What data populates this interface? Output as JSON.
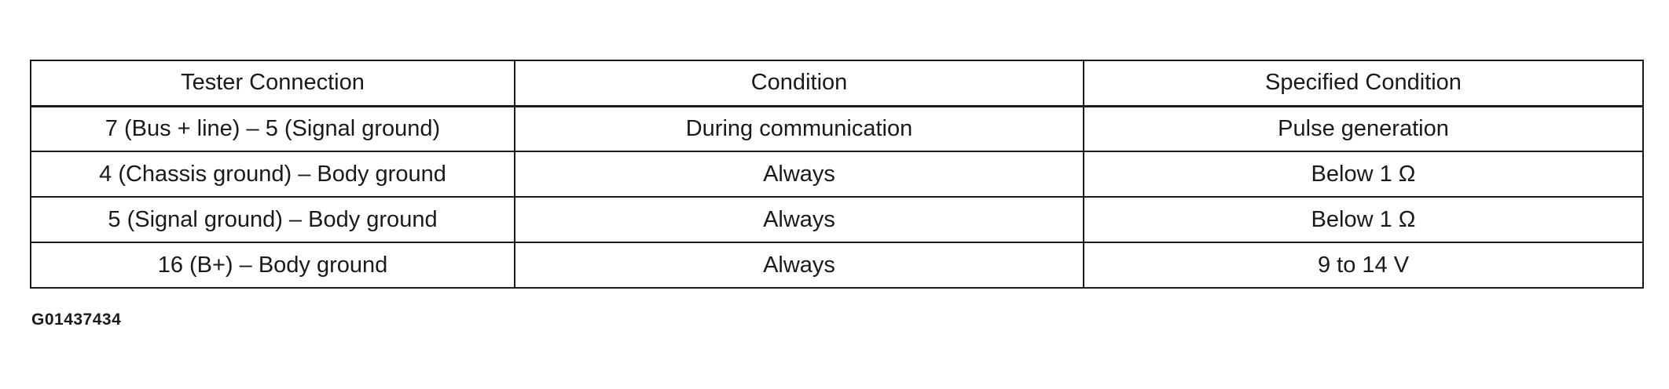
{
  "table": {
    "headers": [
      "Tester Connection",
      "Condition",
      "Specified Condition"
    ],
    "rows": [
      [
        "7 (Bus + line) – 5 (Signal ground)",
        "During communication",
        "Pulse generation"
      ],
      [
        "4 (Chassis ground) – Body ground",
        "Always",
        "Below 1 Ω"
      ],
      [
        "5 (Signal ground) – Body ground",
        "Always",
        "Below 1 Ω"
      ],
      [
        "16  (B+) – Body ground",
        "Always",
        "9 to 14 V"
      ]
    ]
  },
  "figure_id": "G01437434"
}
